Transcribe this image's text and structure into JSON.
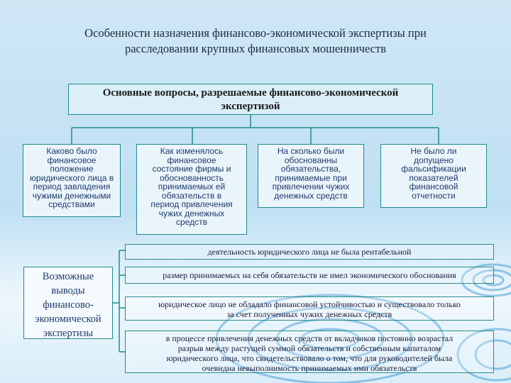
{
  "title": {
    "line1": "Особенности назначения финансово-экономической экспертизы при",
    "line2": "расследовании крупных финансовых мошенничеств"
  },
  "main_question": {
    "line1": "Основные вопросы, разрешаемые финансово-экономической",
    "line2": "экспертизой"
  },
  "questions": [
    {
      "lines": [
        "Каково было",
        "финансовое",
        "положение",
        "юридического лица в",
        "период завладения",
        "чужими денежными",
        "средствами"
      ]
    },
    {
      "lines": [
        "Как изменялось",
        "финансовое",
        "состояние фирмы и",
        "обоснованность",
        "принимаемых ей",
        "обязательств в",
        "период привлечения",
        "чужих денежных",
        "средств"
      ]
    },
    {
      "lines": [
        "На сколько были",
        "обоснованны",
        "обязательства,",
        "принимаемые при",
        "привлечении чужих",
        "денежных средств"
      ]
    },
    {
      "lines": [
        "Не было ли",
        "допущено",
        "фальсификации",
        "показателей",
        "финансовой",
        "отчетности"
      ]
    }
  ],
  "conclusions_label": {
    "lines": [
      "Возможные",
      "выводы",
      "финансово-",
      "экономической",
      "экспертизы"
    ]
  },
  "results": [
    {
      "lines": [
        "деятельность юридического лица не была рентабельной"
      ]
    },
    {
      "lines": [
        "размер принимаемых на себя обязательств не имел экономического обоснования"
      ]
    },
    {
      "lines": [
        "юридическое лицо не обладало финансовой устойчивостью и существовало только",
        "за счет полученных чужих денежных средств"
      ]
    },
    {
      "lines": [
        "в процессе привлечения денежных средств от вкладчиков постоянно возрастал",
        "разрыв между растущей суммой обязательств и собственным капиталом",
        "юридического лица, что свидетельствовало о том, что для руководителей была",
        "очевидна невыполнимость принимаемых ими обязательств"
      ]
    }
  ],
  "colors": {
    "border": "#1f8a8a",
    "question_text": "#1f3b6b",
    "ripple": "#2a7fc0"
  }
}
